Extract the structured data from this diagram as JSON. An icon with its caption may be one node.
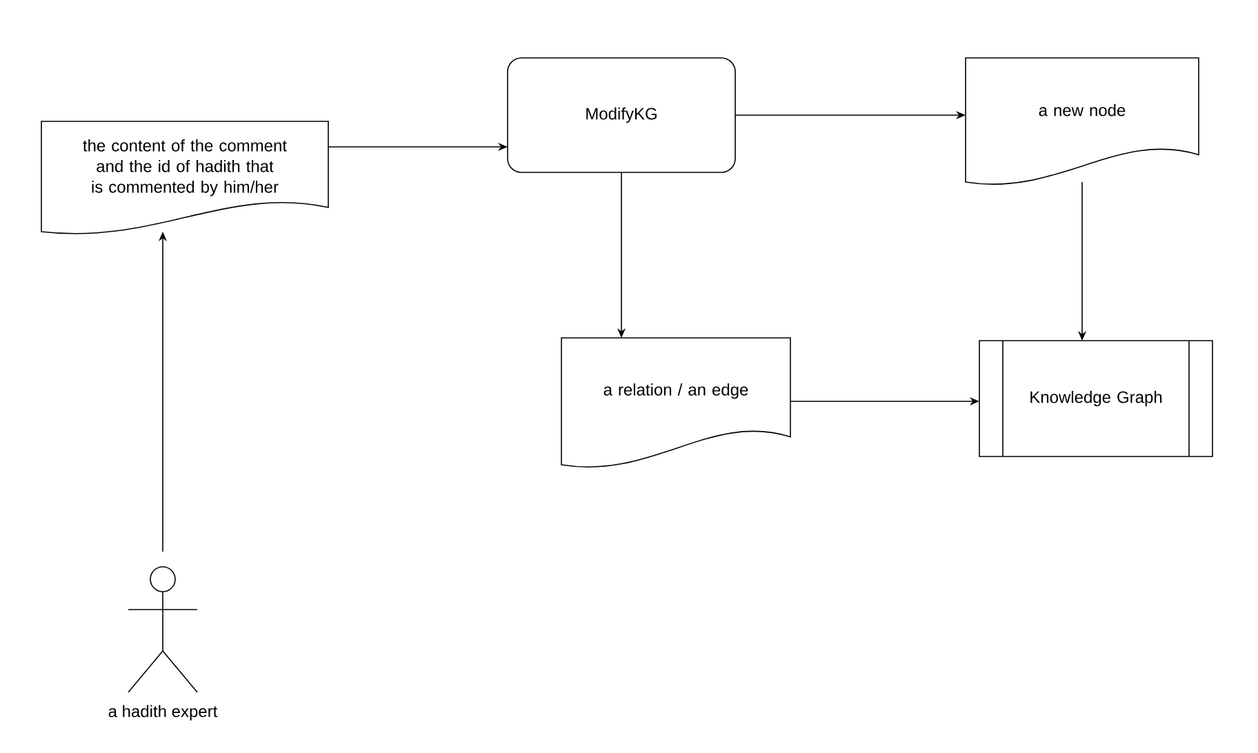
{
  "diagram": {
    "nodes": [
      {
        "text": [
          "the content of the comment and the id of hadith that is commented by him/her"
        ]
      },
      {
        "text": [
          "ModifyKG"
        ]
      },
      {
        "text": [
          "a new node"
        ]
      },
      {
        "text": [
          "a relation / an edge"
        ]
      },
      {
        "text": [
          "Knowledge Graph"
        ]
      },
      {
        "text": [],
        "shape": "person",
        "beside": [
          "a hadith expert"
        ]
      }
    ],
    "edges": [
      {
        "from": 5,
        "to": 0,
        "arrow": "to"
      },
      {
        "from": 0,
        "to": 1,
        "arrow": "to"
      },
      {
        "from": 1,
        "to": 2,
        "arrow": "to"
      },
      {
        "from": 1,
        "to": 3,
        "arrow": "to"
      },
      {
        "from": 2,
        "to": 4,
        "arrow": "to"
      },
      {
        "from": 3,
        "to": 4,
        "arrow": "to"
      }
    ]
  }
}
